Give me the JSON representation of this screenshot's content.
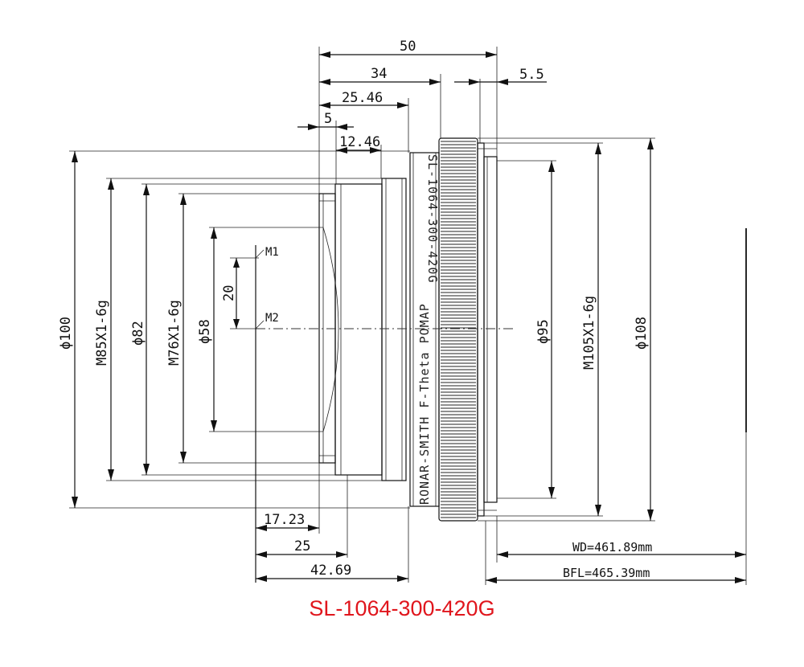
{
  "dimensions": {
    "overall_length": "50",
    "length_34": "34",
    "length_5_5": "5.5",
    "length_25_46": "25.46",
    "length_5": "5",
    "length_12_46": "12.46",
    "dia_100": "ϕ100",
    "thread_m85": "M85X1-6g",
    "dia_82": "ϕ82",
    "thread_m76": "M76X1-6g",
    "dia_58": "ϕ58",
    "mirror_spacing": "20",
    "mirror_m1": "M1",
    "mirror_m2": "M2",
    "dia_95": "ϕ95",
    "thread_m105": "M105X1-6g",
    "dia_108": "ϕ108",
    "length_17_23": "17.23",
    "length_25": "25",
    "length_42_69": "42.69",
    "working_distance": "WD=461.89mm",
    "back_focal_length": "BFL=465.39mm"
  },
  "engraving": {
    "model": "SL-1064-300-420G",
    "description": "RONAR-SMITH F-Theta POMAP"
  },
  "part_number": "SL-1064-300-420G",
  "colors": {
    "part_number": "#e0161d",
    "lines": "#111111"
  }
}
